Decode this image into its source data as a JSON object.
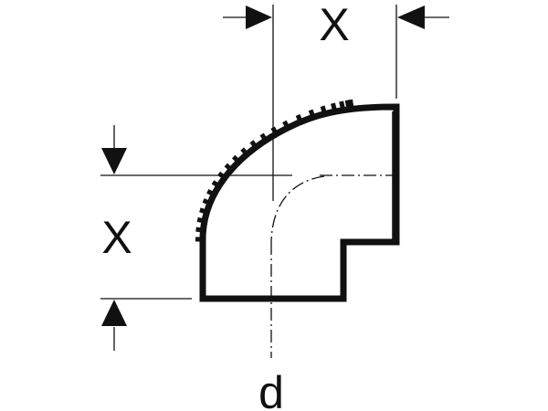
{
  "diagram": {
    "type": "pipe-elbow-90-dimension-drawing",
    "labels": {
      "horizontal_dimension": "X",
      "vertical_dimension": "X",
      "diameter": "d"
    },
    "colors": {
      "stroke": "#111111",
      "background": "#ffffff"
    }
  }
}
